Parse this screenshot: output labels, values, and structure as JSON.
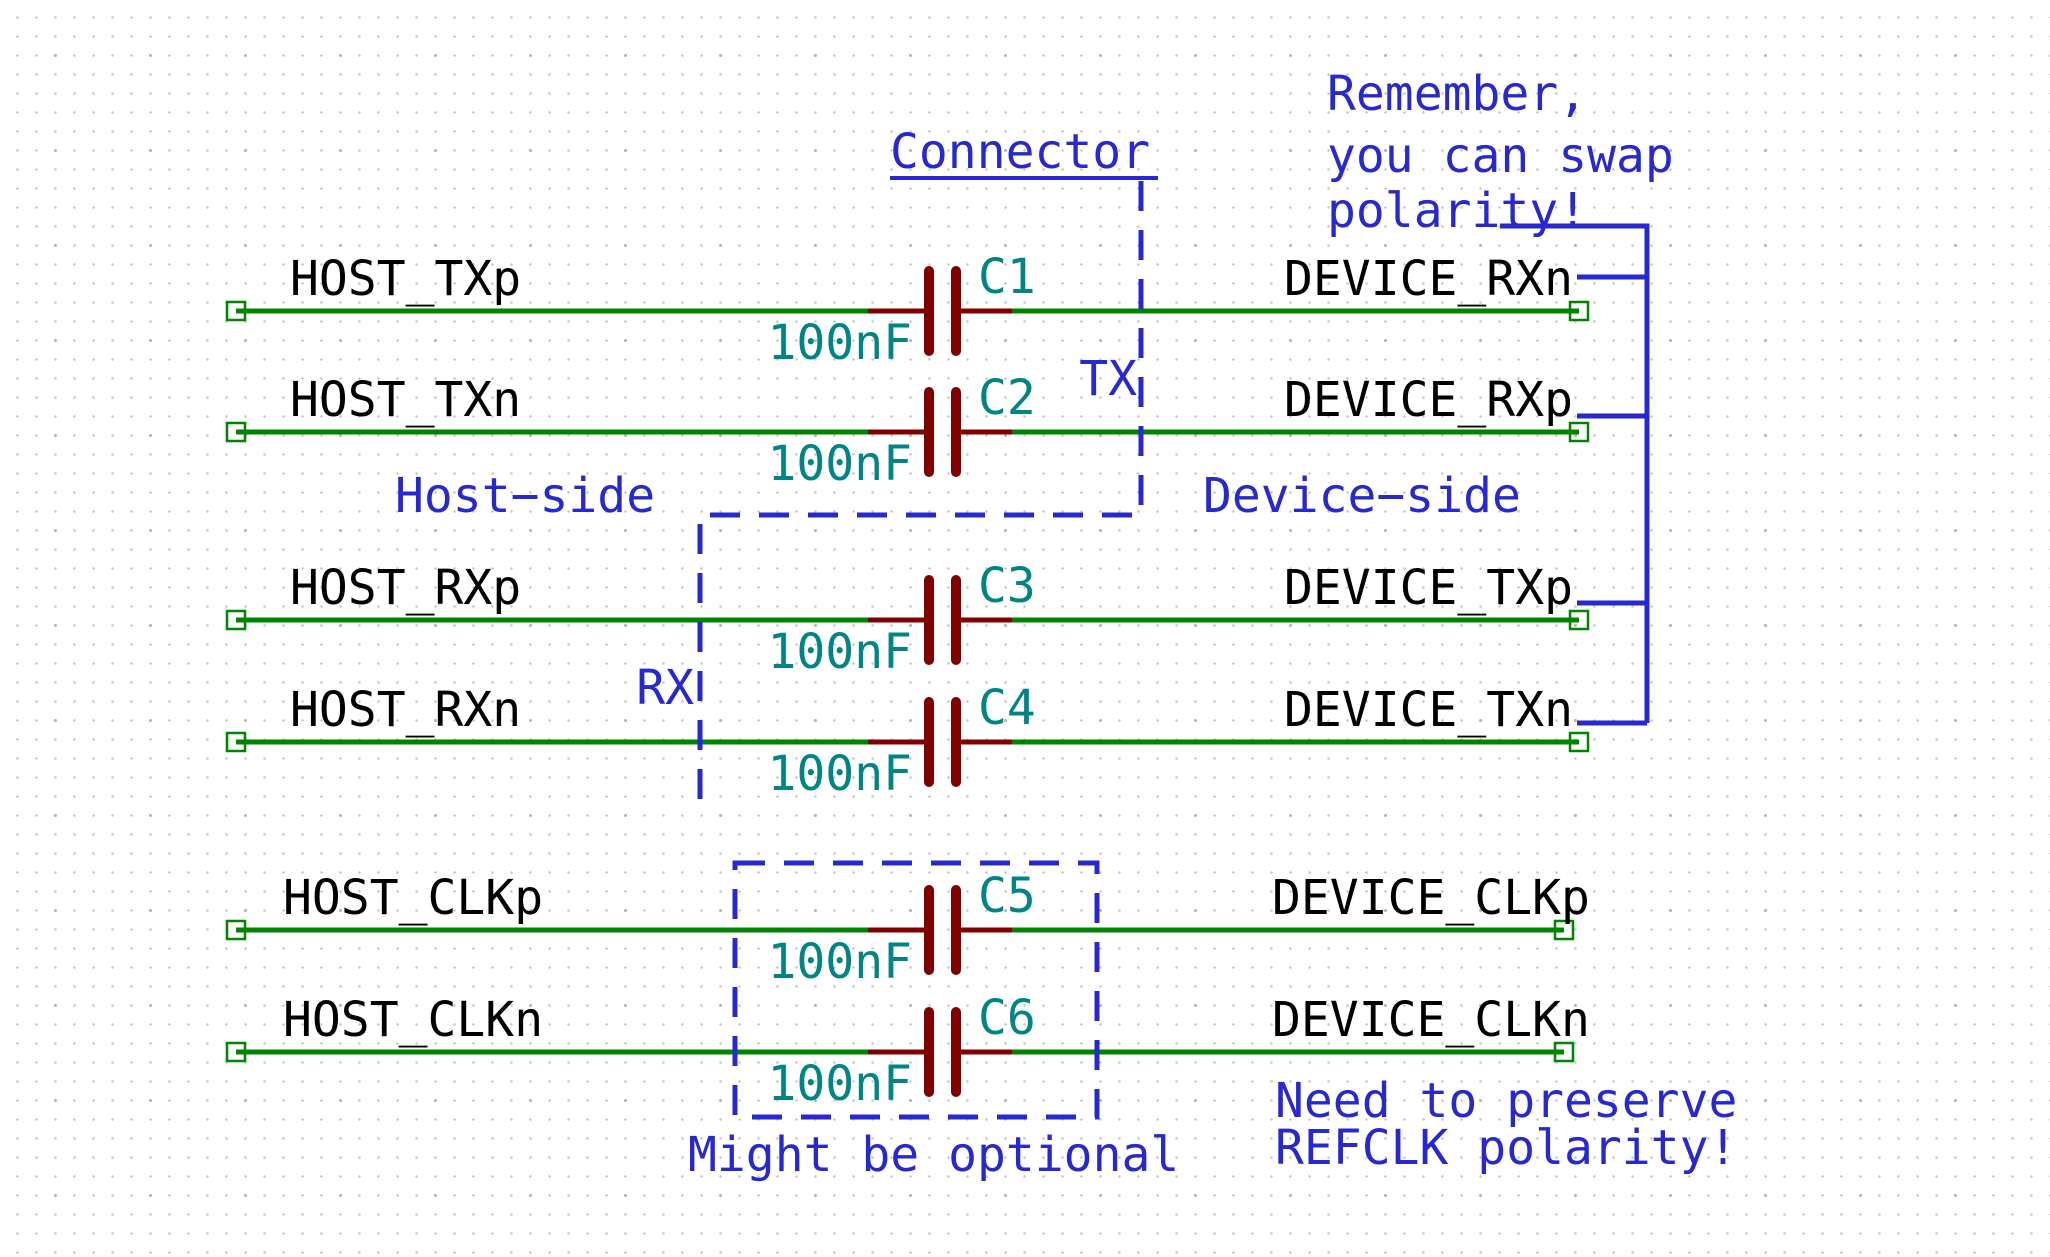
{
  "schematic": {
    "connector_label": "Connector",
    "tx_label": "TX",
    "rx_label": "RX",
    "host_side_label": "Host−side",
    "device_side_label": "Device−side",
    "note_swap": {
      "line1": "Remember,",
      "line2": "you can swap",
      "line3": "polarity!"
    },
    "note_optional": "Might be optional",
    "note_refclk": {
      "line1": "Need to preserve",
      "line2": "REFCLK polarity!"
    },
    "rows": [
      {
        "host": "HOST_TXp",
        "device": "DEVICE_RXn",
        "ref": "C1",
        "value": "100nF"
      },
      {
        "host": "HOST_TXn",
        "device": "DEVICE_RXp",
        "ref": "C2",
        "value": "100nF"
      },
      {
        "host": "HOST_RXp",
        "device": "DEVICE_TXp",
        "ref": "C3",
        "value": "100nF"
      },
      {
        "host": "HOST_RXn",
        "device": "DEVICE_TXn",
        "ref": "C4",
        "value": "100nF"
      },
      {
        "host": "HOST_CLKp",
        "device": "DEVICE_CLKp",
        "ref": "C5",
        "value": "100nF"
      },
      {
        "host": "HOST_CLKn",
        "device": "DEVICE_CLKn",
        "ref": "C6",
        "value": "100nF"
      }
    ],
    "colors": {
      "wire": "#008400",
      "component": "#800000",
      "field": "#008484",
      "note": "#2828cf",
      "label": "#000000",
      "pin": "#008400"
    }
  }
}
